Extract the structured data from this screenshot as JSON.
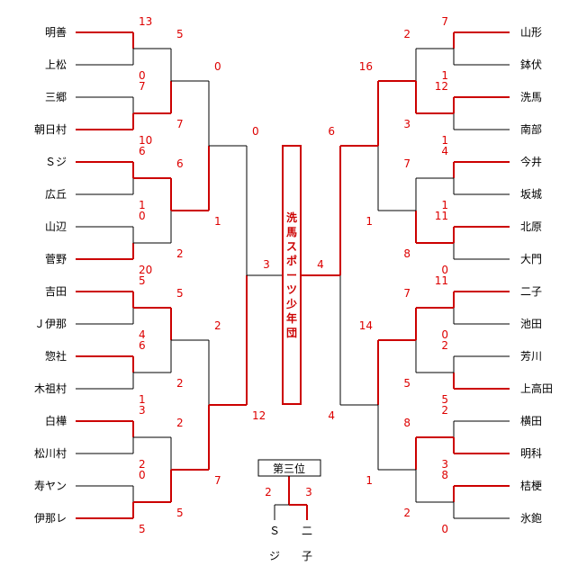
{
  "left_teams": [
    "明善",
    "上松",
    "三郷",
    "朝日村",
    "Ｓジ",
    "広丘",
    "山辺",
    "菅野",
    "吉田",
    "Ｊ伊那",
    "惣社",
    "木祖村",
    "白樺",
    "松川村",
    "寿ヤン",
    "伊那レ"
  ],
  "right_teams": [
    "山形",
    "鉢伏",
    "洗馬",
    "南部",
    "今井",
    "坂城",
    "北原",
    "大門",
    "二子",
    "池田",
    "芳川",
    "上高田",
    "横田",
    "明科",
    "桔梗",
    "氷鉋"
  ],
  "left_scores": {
    "r1": [
      "13",
      "0",
      "7",
      "10",
      "6",
      "1",
      "0",
      "20",
      "5",
      "4",
      "6",
      "1",
      "3",
      "2",
      "0",
      "5"
    ],
    "r2": [
      "5",
      "7",
      "6",
      "2",
      "5",
      "2",
      "2",
      "5"
    ],
    "r3": [
      "0",
      "1",
      "2",
      "7"
    ],
    "r4": [
      "0",
      "12"
    ],
    "final": "3"
  },
  "right_scores": {
    "r1": [
      "7",
      "1",
      "12",
      "1",
      "4",
      "1",
      "11",
      "0",
      "11",
      "0",
      "2",
      "5",
      "2",
      "3",
      "8",
      "0"
    ],
    "r2": [
      "2",
      "3",
      "7",
      "8",
      "7",
      "5",
      "8",
      "2"
    ],
    "r3": [
      "16",
      "1",
      "14",
      "1"
    ],
    "r4": [
      "6",
      "4"
    ],
    "final": "4"
  },
  "champion": "洗馬スポーツ少年団",
  "third_place": {
    "label": "第三位",
    "left_score": "2",
    "right_score": "3",
    "left_team": "Ｓジ",
    "right_team": "二子"
  },
  "colors": {
    "winner_line": "#cc0000",
    "loser_line": "#000000",
    "score_text": "#dd0000"
  }
}
